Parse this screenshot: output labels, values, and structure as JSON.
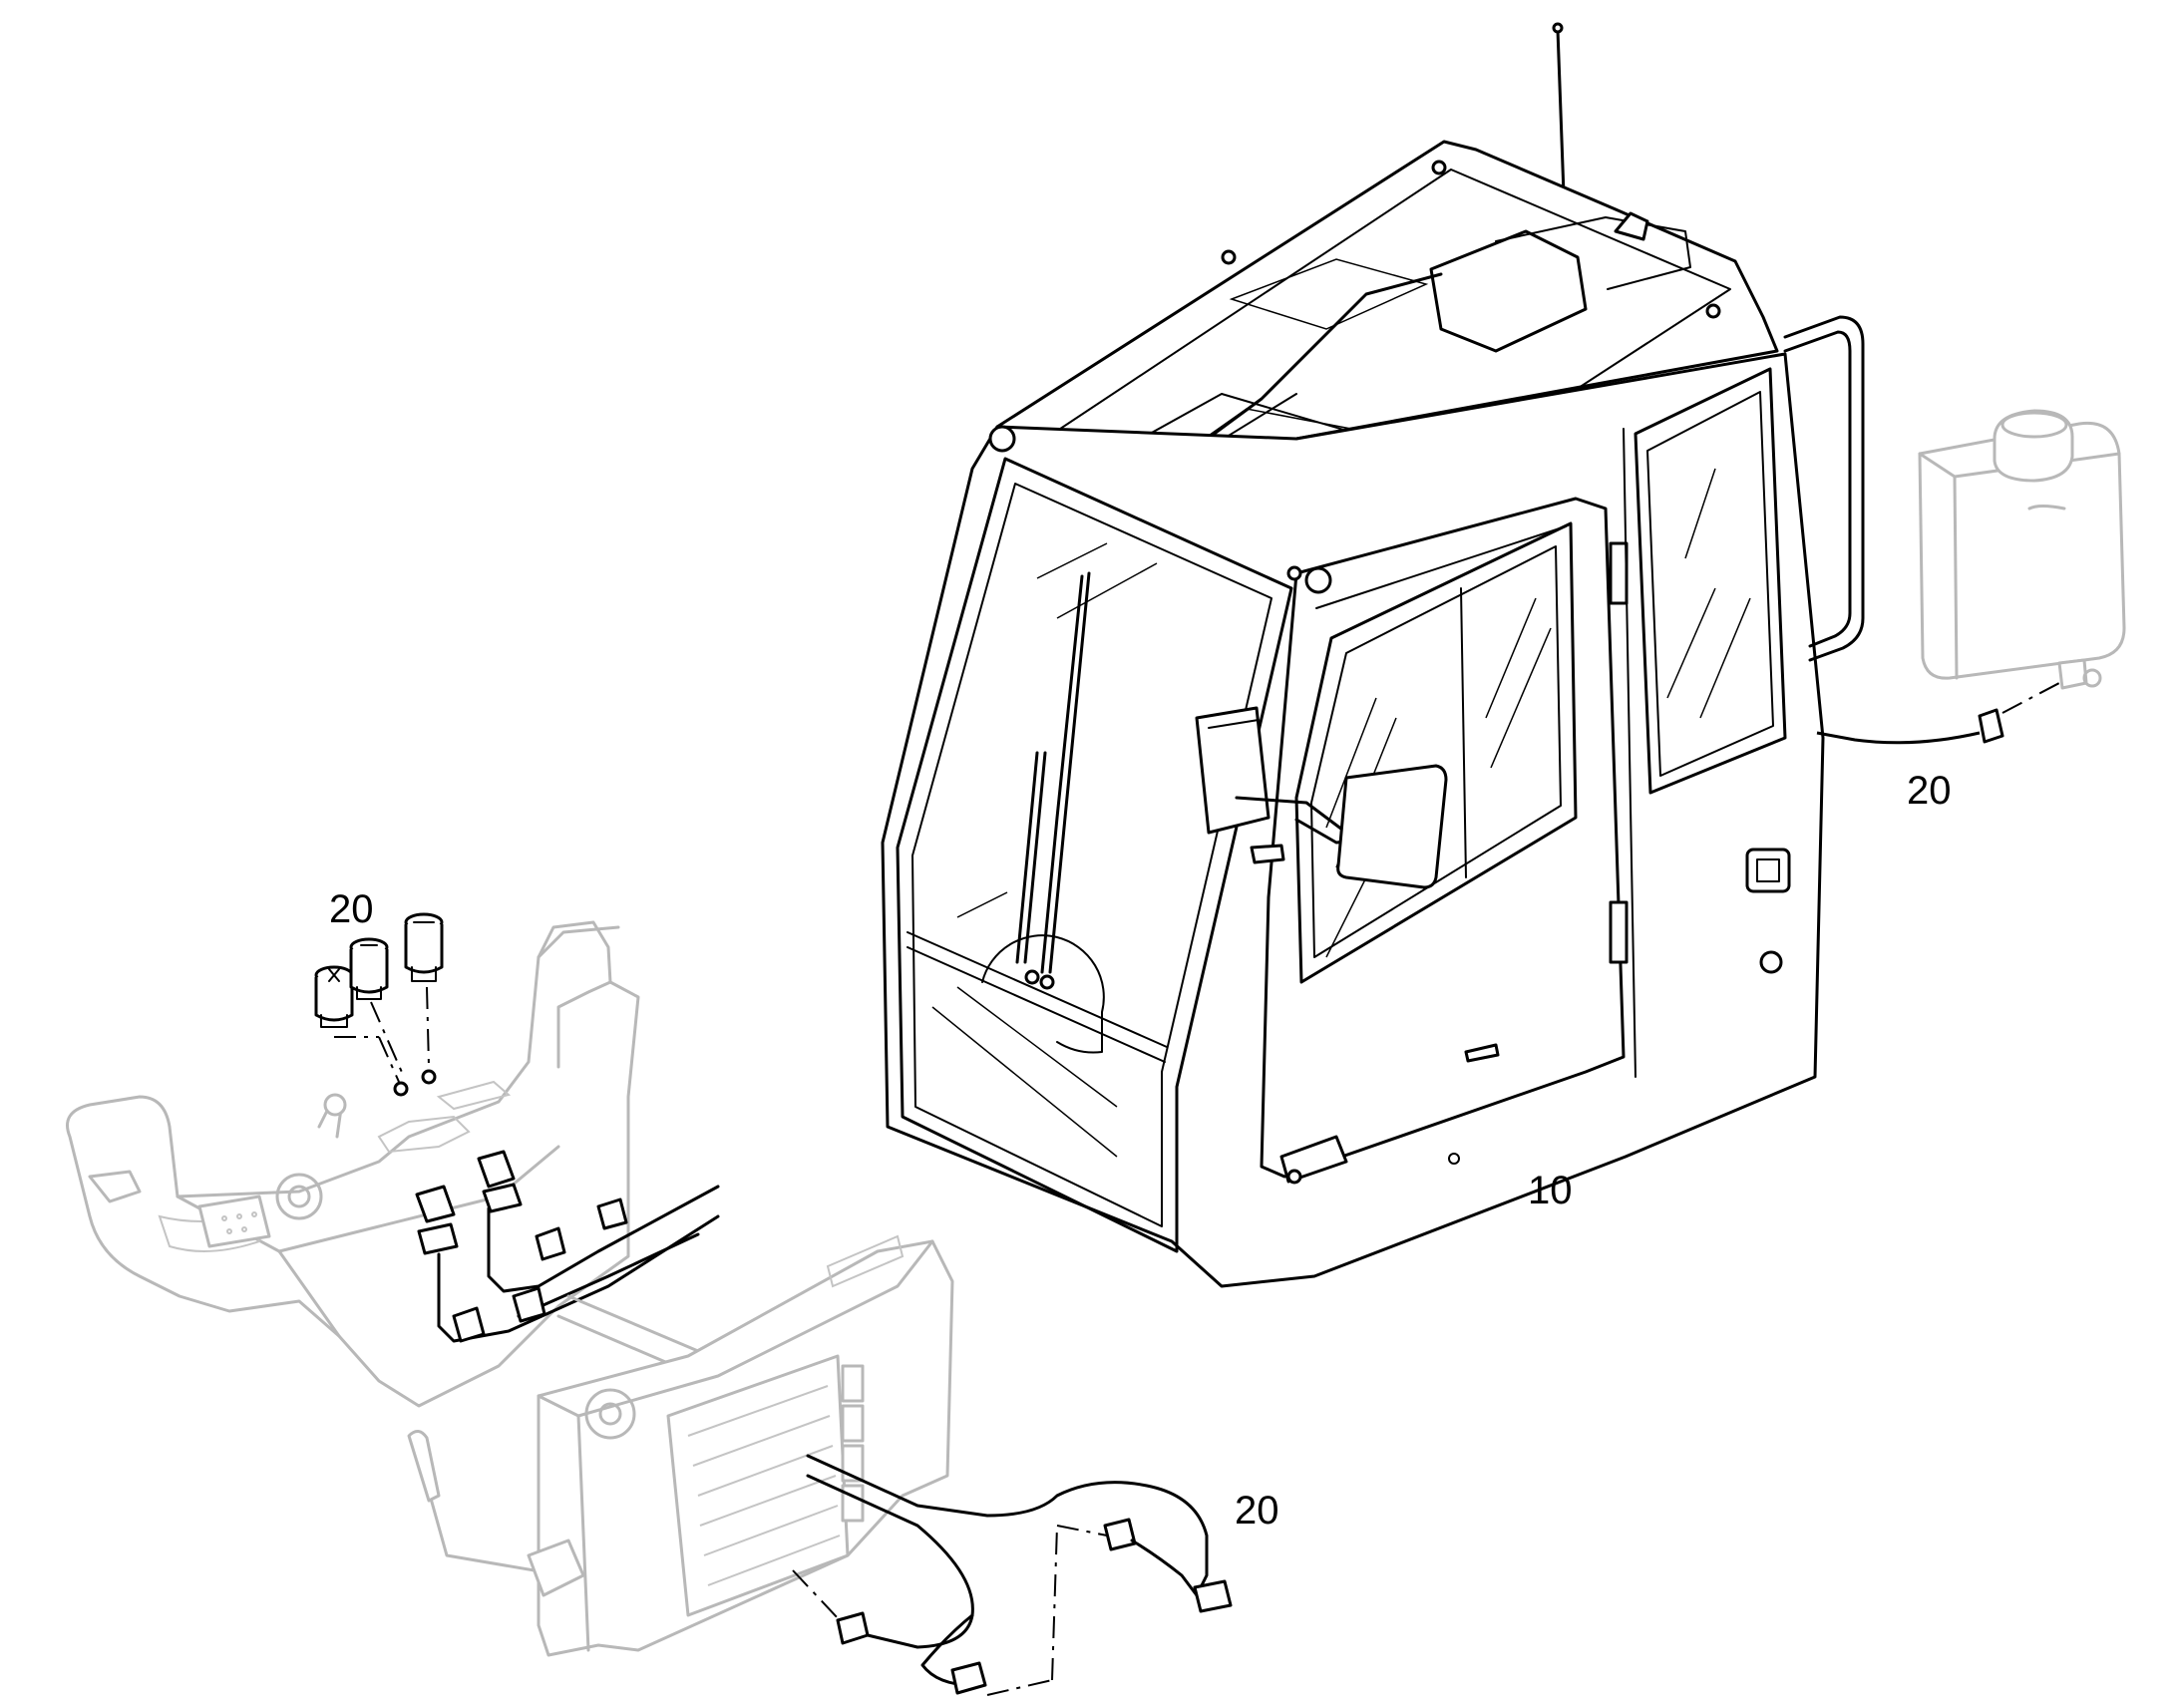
{
  "callouts": {
    "cab": "10",
    "harness_right": "20",
    "switches": "20",
    "harness_bottom": "20"
  }
}
